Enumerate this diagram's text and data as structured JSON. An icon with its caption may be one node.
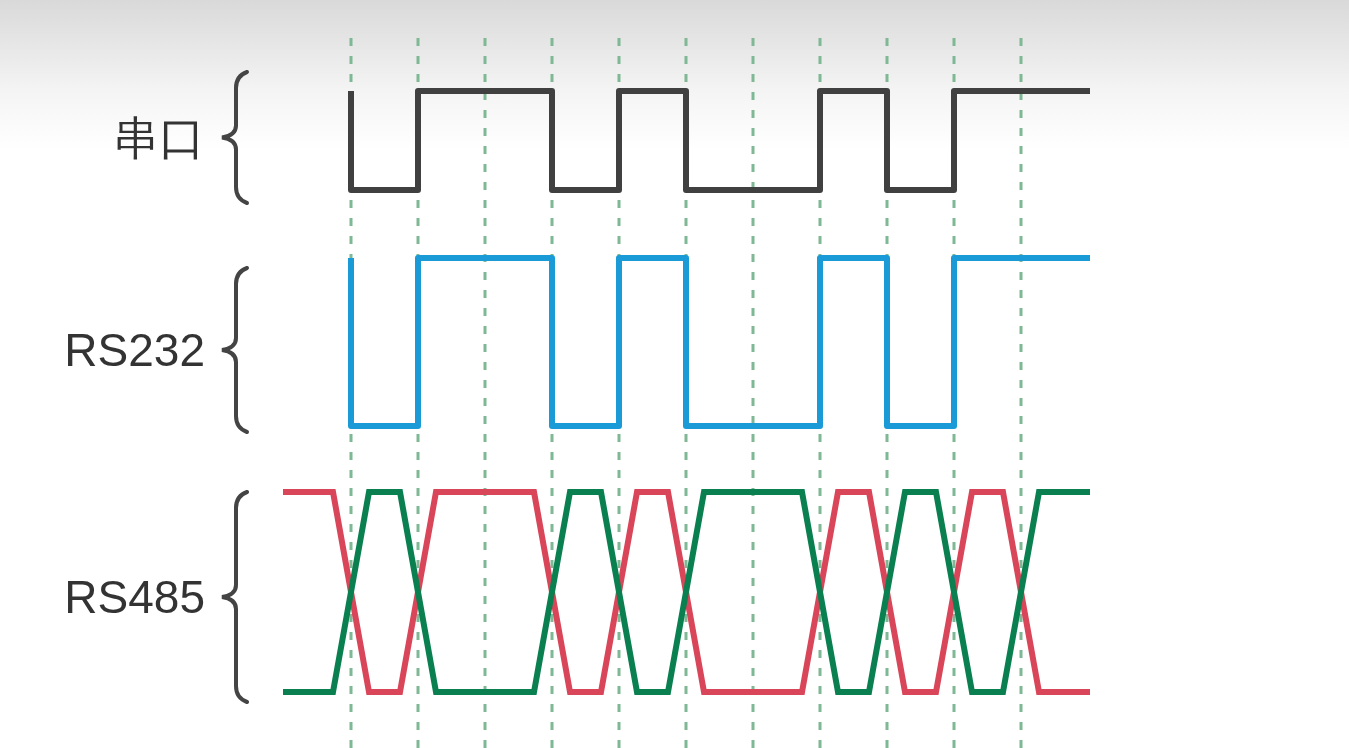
{
  "diagram": {
    "labels": [
      "串口",
      "RS232",
      "RS485"
    ]
  }
}
